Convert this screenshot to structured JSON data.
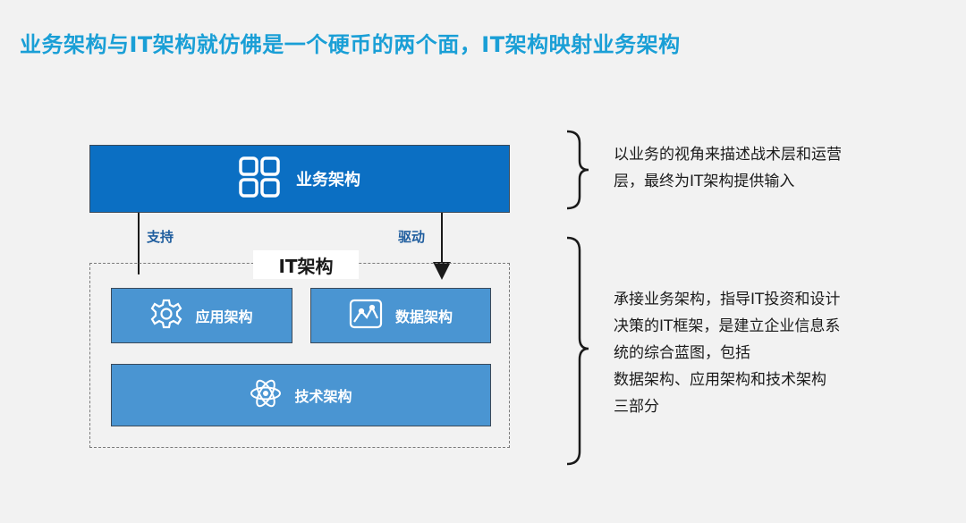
{
  "title": "业务架构与IT架构就仿佛是一个硬币的两个面，IT架构映射业务架构",
  "business": {
    "label": "业务架构",
    "icon": "grid-squares-icon"
  },
  "arrows": {
    "support_label": "支持",
    "drive_label": "驱动"
  },
  "it": {
    "label": "IT架构",
    "application": {
      "label": "应用架构",
      "icon": "gear-icon"
    },
    "data": {
      "label": "数据架构",
      "icon": "chart-image-icon"
    },
    "technology": {
      "label": "技术架构",
      "icon": "atom-icon"
    }
  },
  "descriptions": {
    "business_lines": [
      "以业务的视角来描述战术层和运营",
      "层，最终为IT架构提供输入"
    ],
    "it_lines": [
      "承接业务架构，指导IT投资和设计",
      "决策的IT框架，是建立企业信息系",
      "统的综合蓝图，包括",
      "数据架构、应用架构和技术架构",
      "三部分"
    ]
  },
  "colors": {
    "title": "#1a9fd6",
    "business_box": "#0b6fc3",
    "sub_box": "#4a95d2",
    "arrow_label": "#1f5d9e",
    "background": "#f2f2f2"
  }
}
